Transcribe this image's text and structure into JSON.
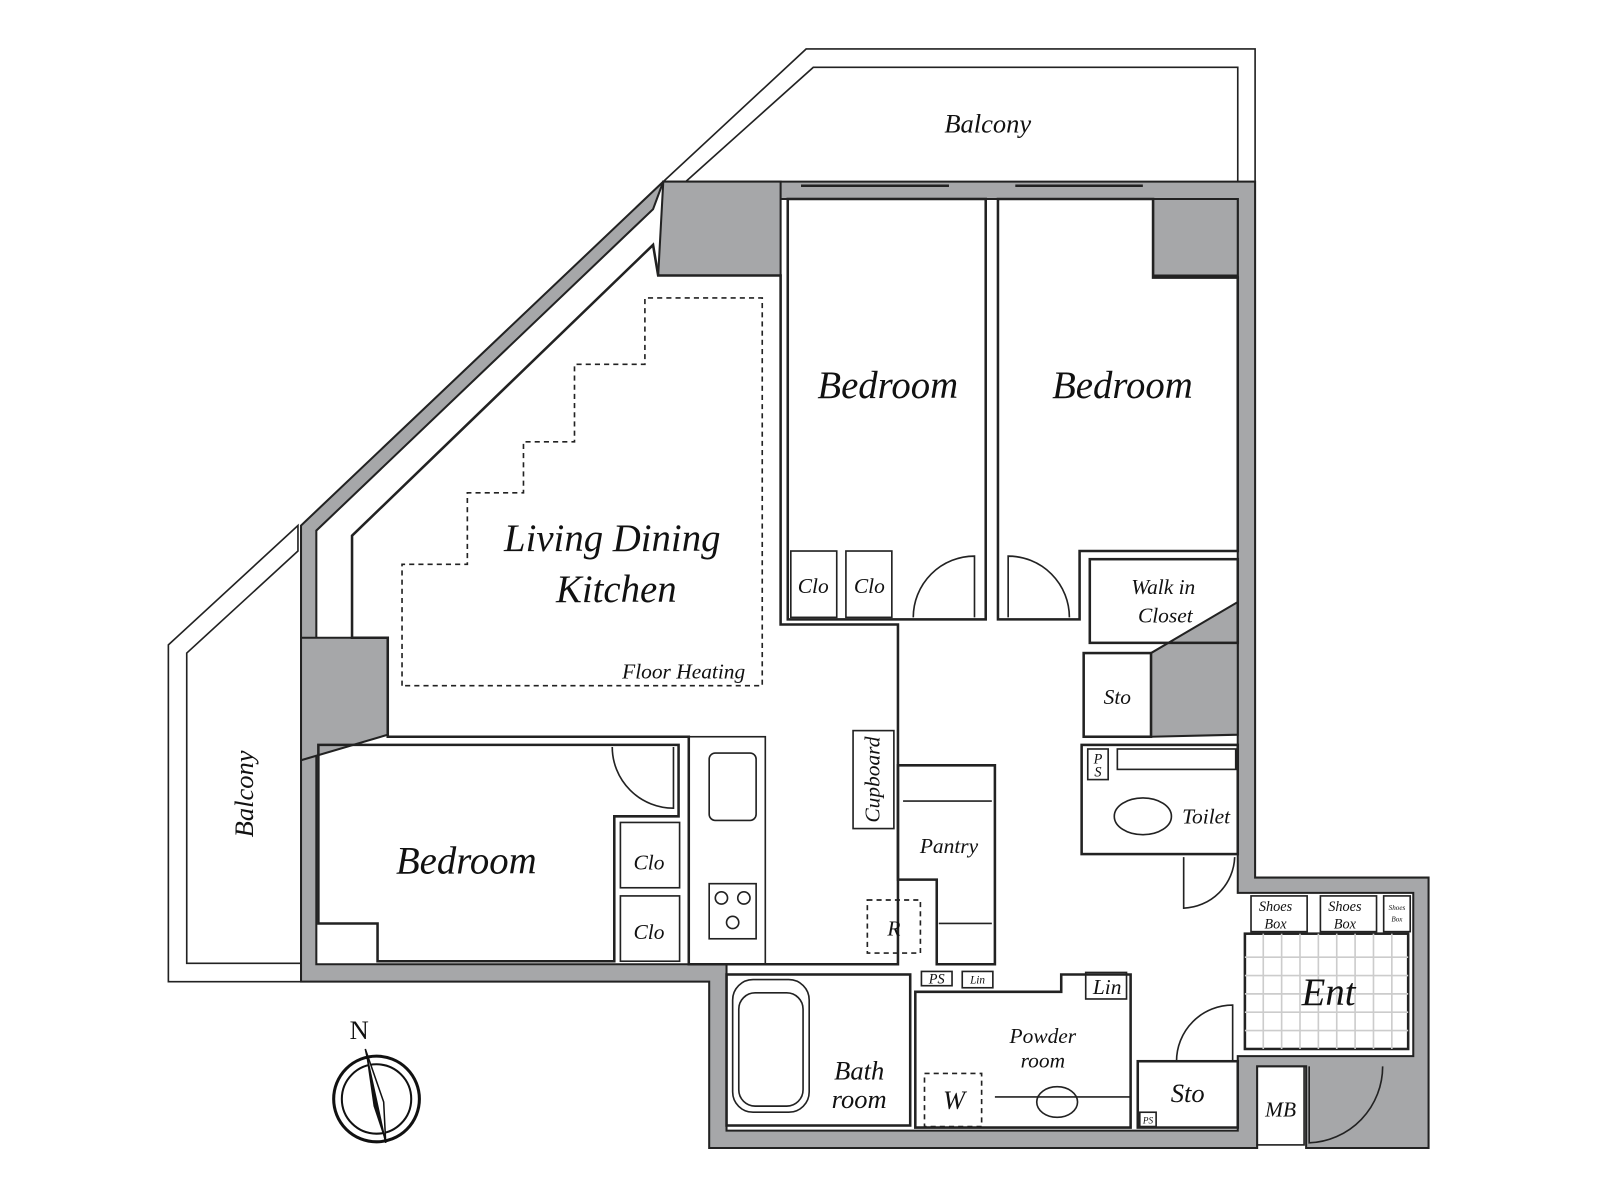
{
  "colors": {
    "wall": "#a6a7a9",
    "ldk": "#fbe9d6",
    "bedroom": "#fdf9e6",
    "storage": "#d7cdb5",
    "wet": "#dff0fb",
    "line": "#222222"
  },
  "rooms": {
    "balcony_top": "Balcony",
    "balcony_left": "Balcony",
    "ldk_line1": "Living Dining",
    "ldk_line2": "Kitchen",
    "floor_heating": "Floor Heating",
    "bedroom_1": "Bedroom",
    "bedroom_2": "Bedroom",
    "bedroom_3": "Bedroom",
    "clo": [
      "Clo",
      "Clo",
      "Clo",
      "Clo"
    ],
    "walk_in_line1": "Walk in",
    "walk_in_line2": "Closet",
    "sto_1": "Sto",
    "sto_2": "Sto",
    "ps_1": "P",
    "ps_1b": "S",
    "toilet": "Toilet",
    "cupboard": "Cupboard",
    "pantry": "Pantry",
    "refrigerator": "R",
    "ps_2": "PS",
    "lin_1": "Lin",
    "lin_2": "Lin",
    "bath_line1": "Bath",
    "bath_line2": "room",
    "washer": "W",
    "powder_line1": "Powder",
    "powder_line2": "room",
    "ps_3": "PS",
    "shoes_box": [
      "Shoes",
      "Box"
    ],
    "entrance": "Ent",
    "meter_box": "MB"
  },
  "compass": {
    "label": "N"
  }
}
